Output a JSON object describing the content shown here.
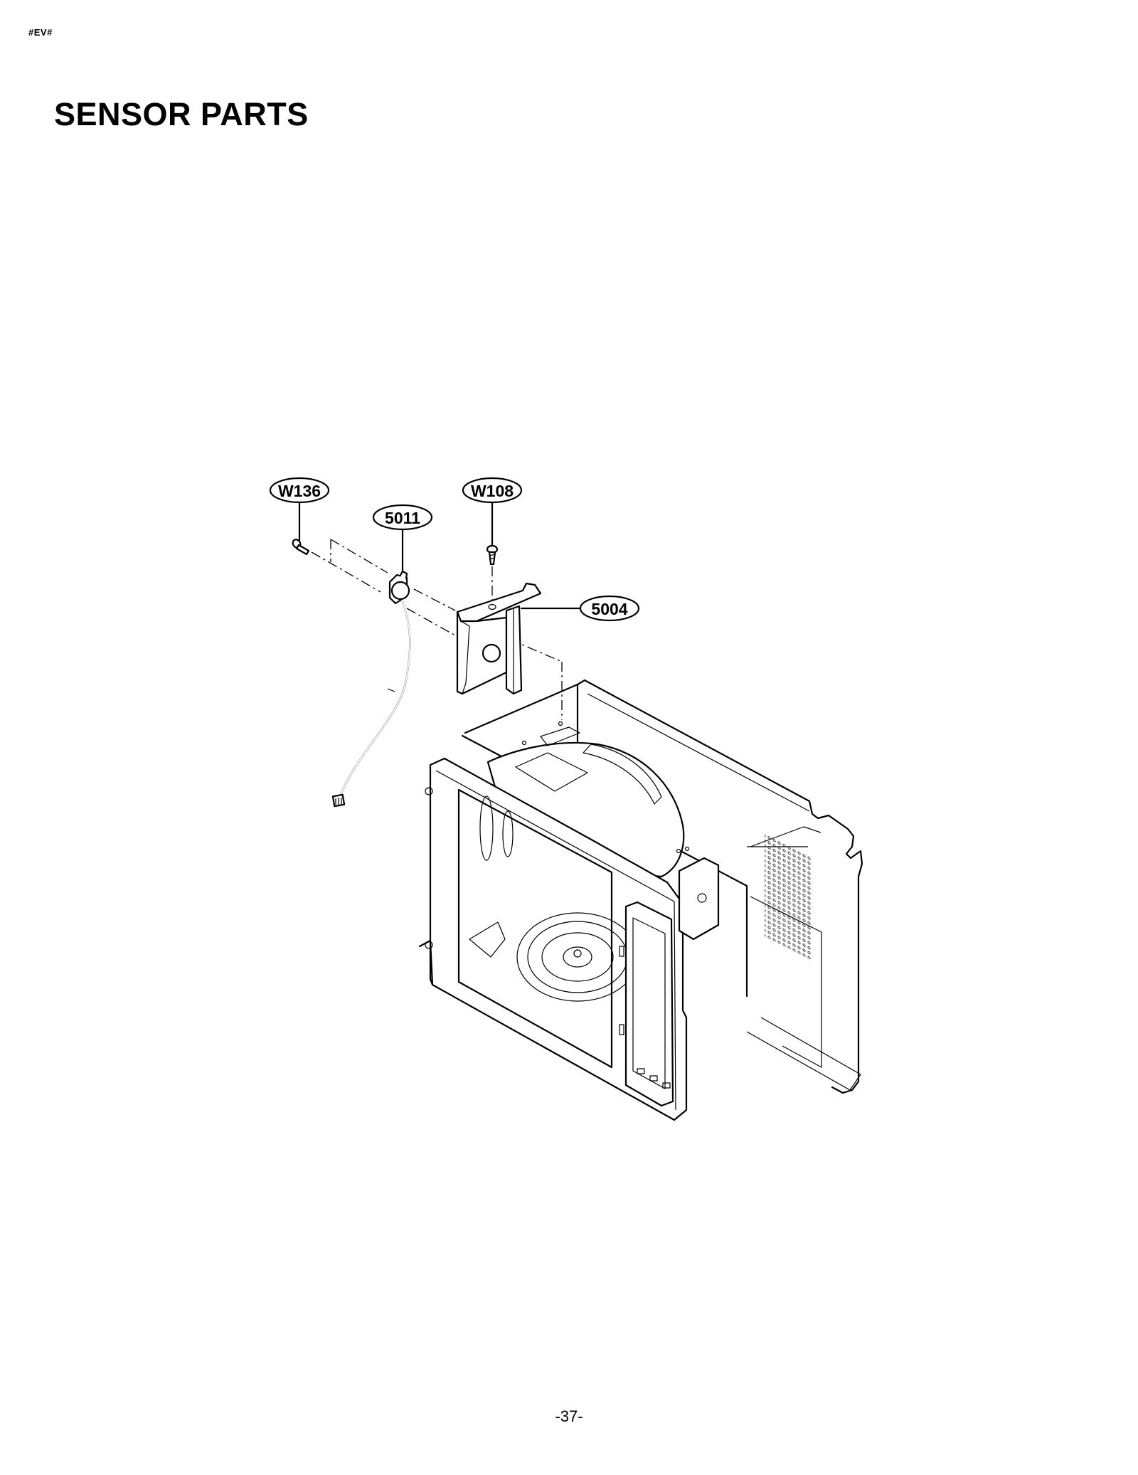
{
  "header": {
    "doc_code": "#EV#",
    "title": "SENSOR PARTS"
  },
  "diagram": {
    "callouts": [
      {
        "id": "W136",
        "label": "W136",
        "part": "screw"
      },
      {
        "id": "5011",
        "label": "5011",
        "part": "sensor"
      },
      {
        "id": "W108",
        "label": "W108",
        "part": "screw"
      },
      {
        "id": "5004",
        "label": "5004",
        "part": "sensor bracket"
      }
    ],
    "assembly": "oven cavity chassis"
  },
  "footer": {
    "page_number": "-37-"
  }
}
